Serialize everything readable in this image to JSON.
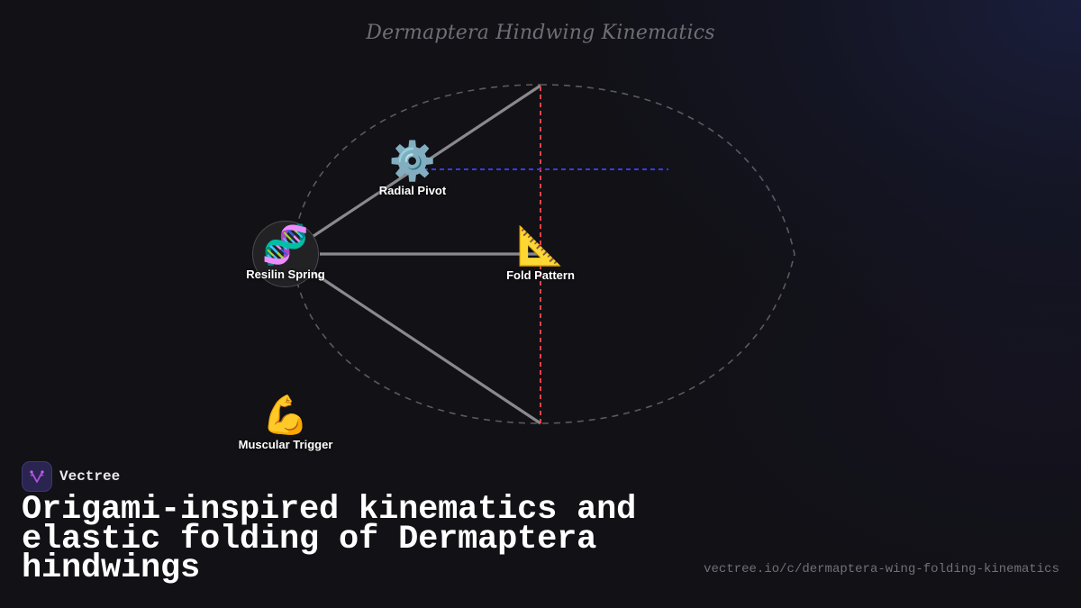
{
  "diagram": {
    "title": "Dermaptera Hindwing Kinematics",
    "nodes": [
      {
        "id": "resilin",
        "label": "Resilin Spring",
        "icon": "dna-icon",
        "glyph": "🧬"
      },
      {
        "id": "pivot",
        "label": "Radial Pivot",
        "icon": "gear-icon",
        "glyph": "⚙️"
      },
      {
        "id": "fold",
        "label": "Fold Pattern",
        "icon": "triangular-ruler-icon",
        "glyph": "📐"
      },
      {
        "id": "trigger",
        "label": "Muscular Trigger",
        "icon": "flexed-biceps-icon",
        "glyph": "💪"
      }
    ],
    "colors": {
      "spoke": "#8a8a8e",
      "outline": "#5a5a60",
      "vertical_axis": "#e8414a",
      "horizontal_axis": "#3a3ae8"
    }
  },
  "brand": {
    "name": "Vectree",
    "logo_icon": "vectree-logo-icon"
  },
  "headline": "Origami-inspired kinematics and elastic folding of Dermaptera hindwings",
  "url": "vectree.io/c/dermaptera-wing-folding-kinematics"
}
